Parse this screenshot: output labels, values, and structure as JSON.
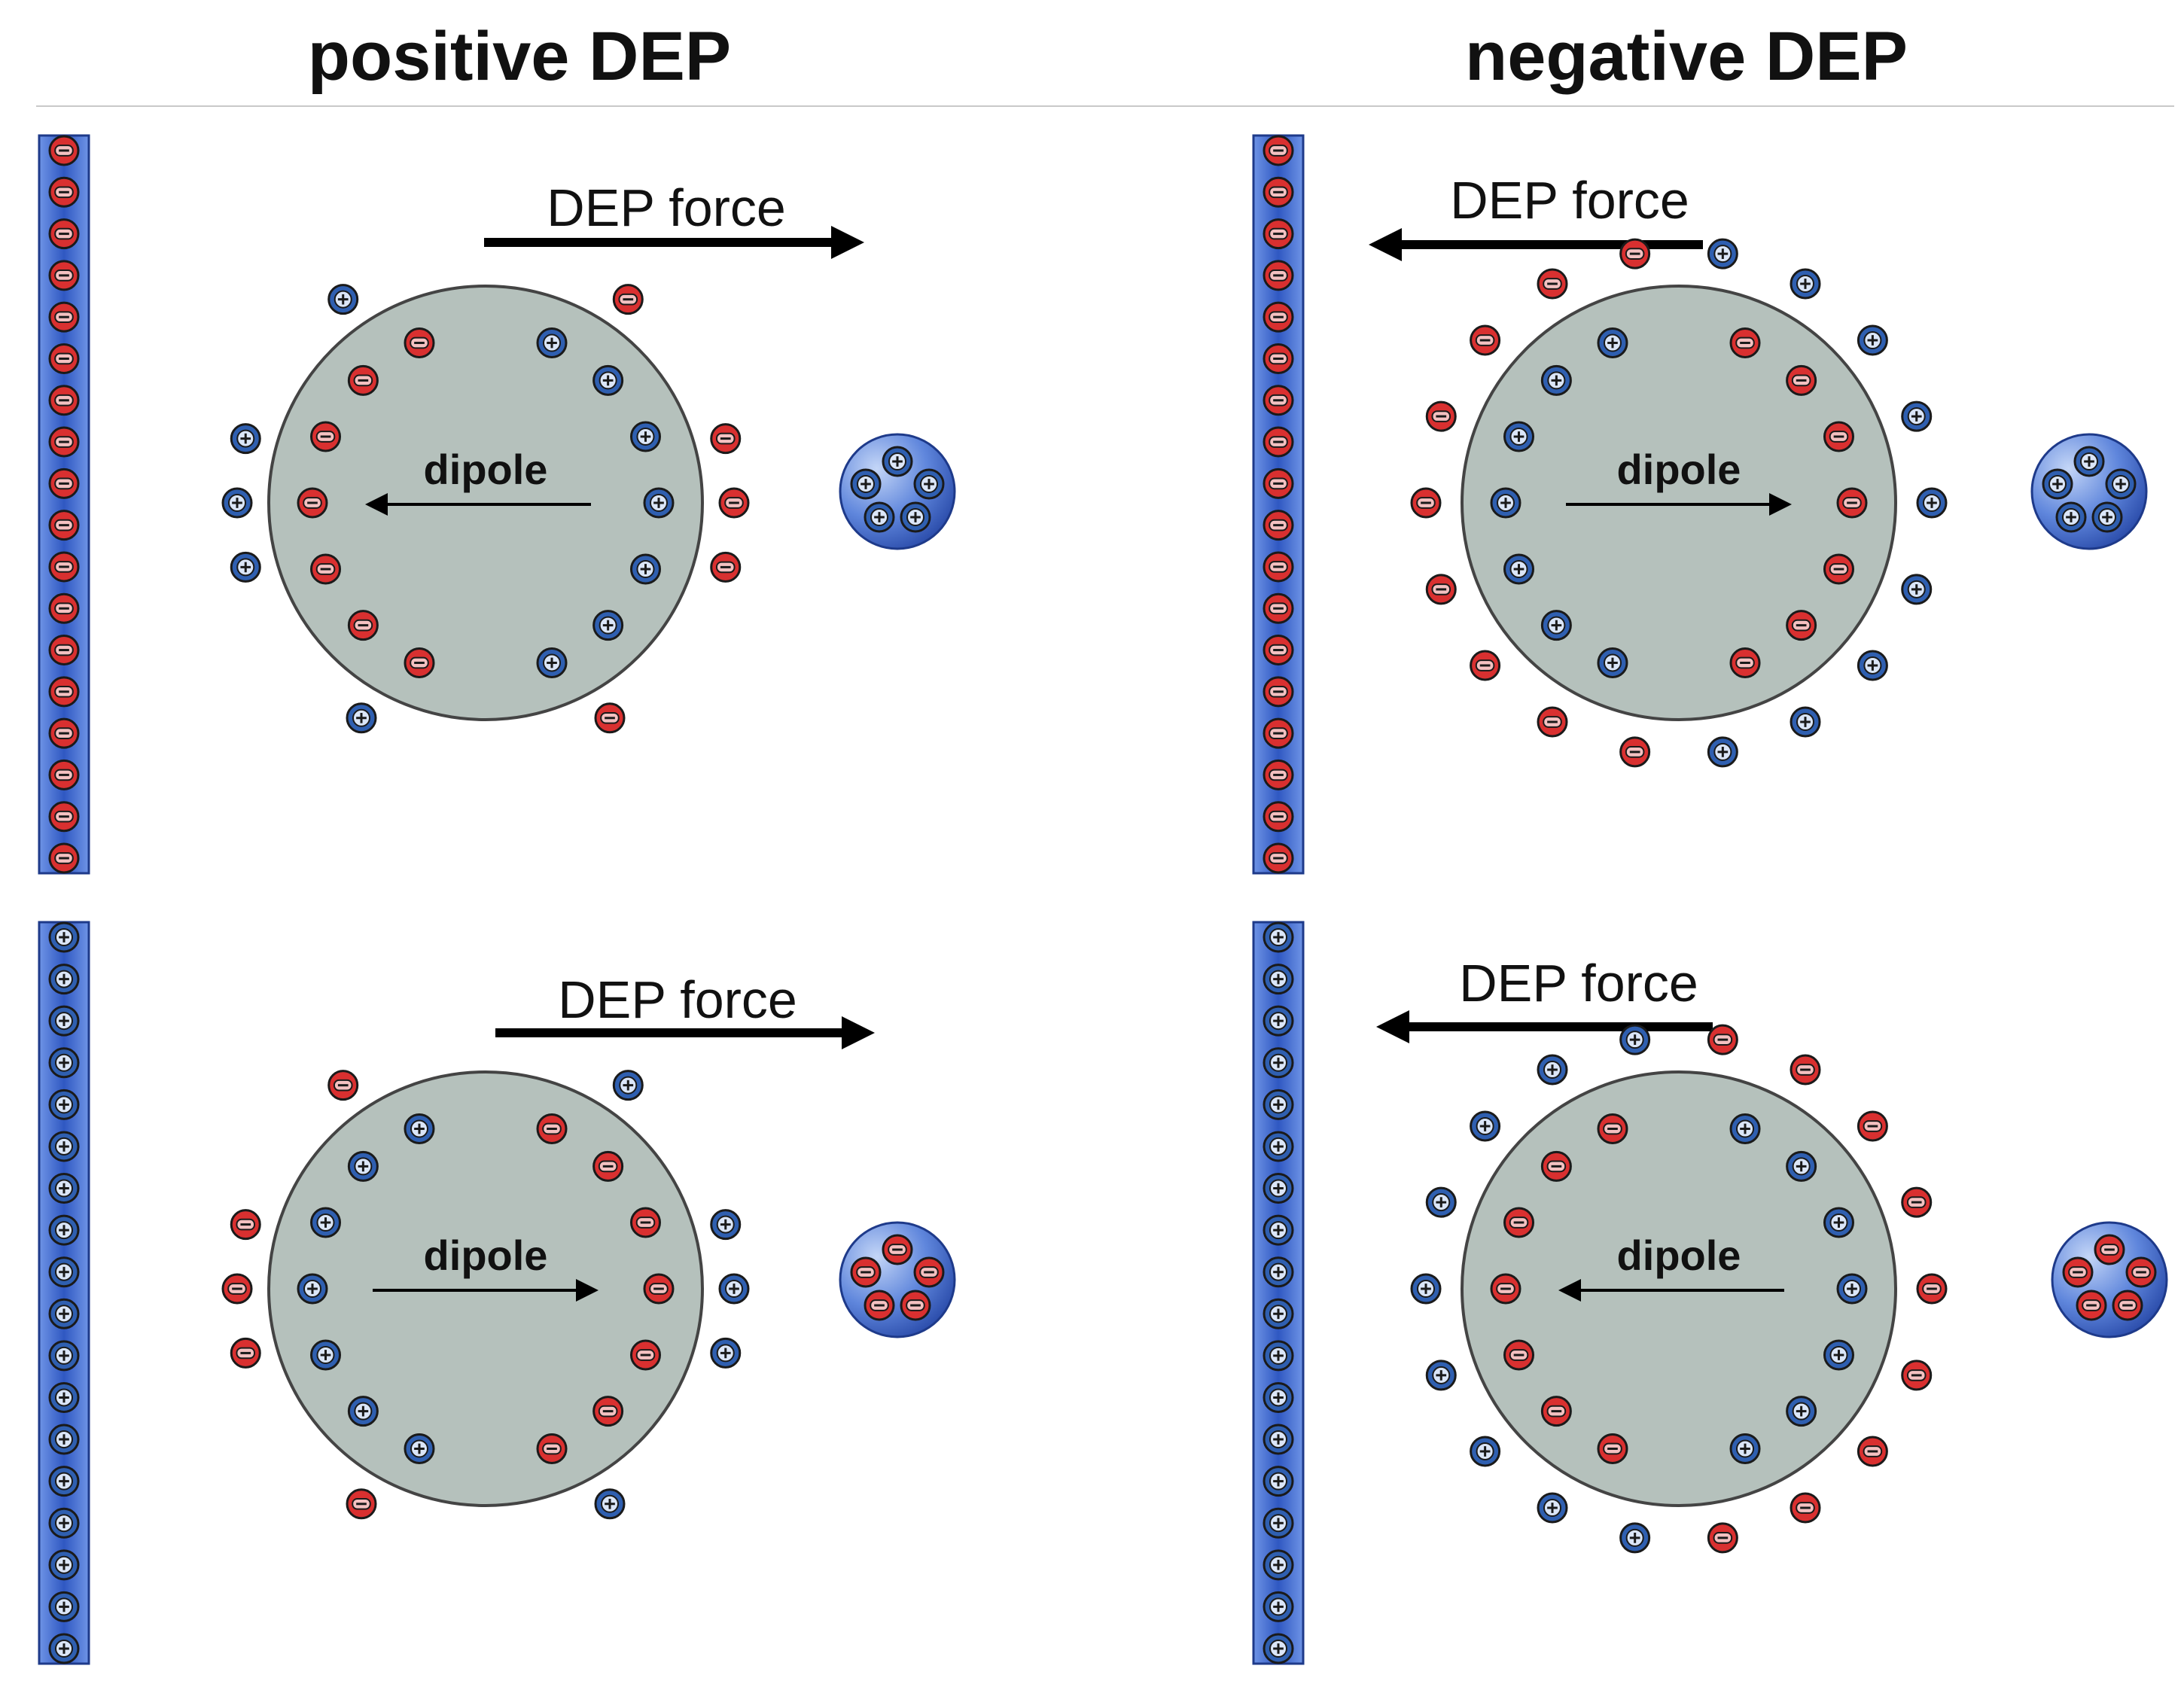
{
  "headings": {
    "positive": "positive DEP",
    "negative": "negative DEP"
  },
  "panels": [
    {
      "id": "pos-top",
      "force_label": "DEP force",
      "force_dir": "right",
      "dipole_label": "dipole",
      "dipole_dir": "left",
      "electrode_charge": "negative",
      "small_particle_charge": "positive"
    },
    {
      "id": "neg-top",
      "force_label": "DEP force",
      "force_dir": "left",
      "dipole_label": "dipole",
      "dipole_dir": "right",
      "electrode_charge": "negative",
      "small_particle_charge": "positive"
    },
    {
      "id": "pos-bottom",
      "force_label": "DEP force",
      "force_dir": "right",
      "dipole_label": "dipole",
      "dipole_dir": "right",
      "electrode_charge": "positive",
      "small_particle_charge": "negative"
    },
    {
      "id": "neg-bottom",
      "force_label": "DEP force",
      "force_dir": "left",
      "dipole_label": "dipole",
      "dipole_dir": "left",
      "electrode_charge": "positive",
      "small_particle_charge": "negative"
    }
  ],
  "colors": {
    "positive_charge": "#2f5fb0",
    "negative_charge": "#d93030",
    "particle_fill": "#b5c1bc",
    "electrode": "#3a62c4"
  }
}
